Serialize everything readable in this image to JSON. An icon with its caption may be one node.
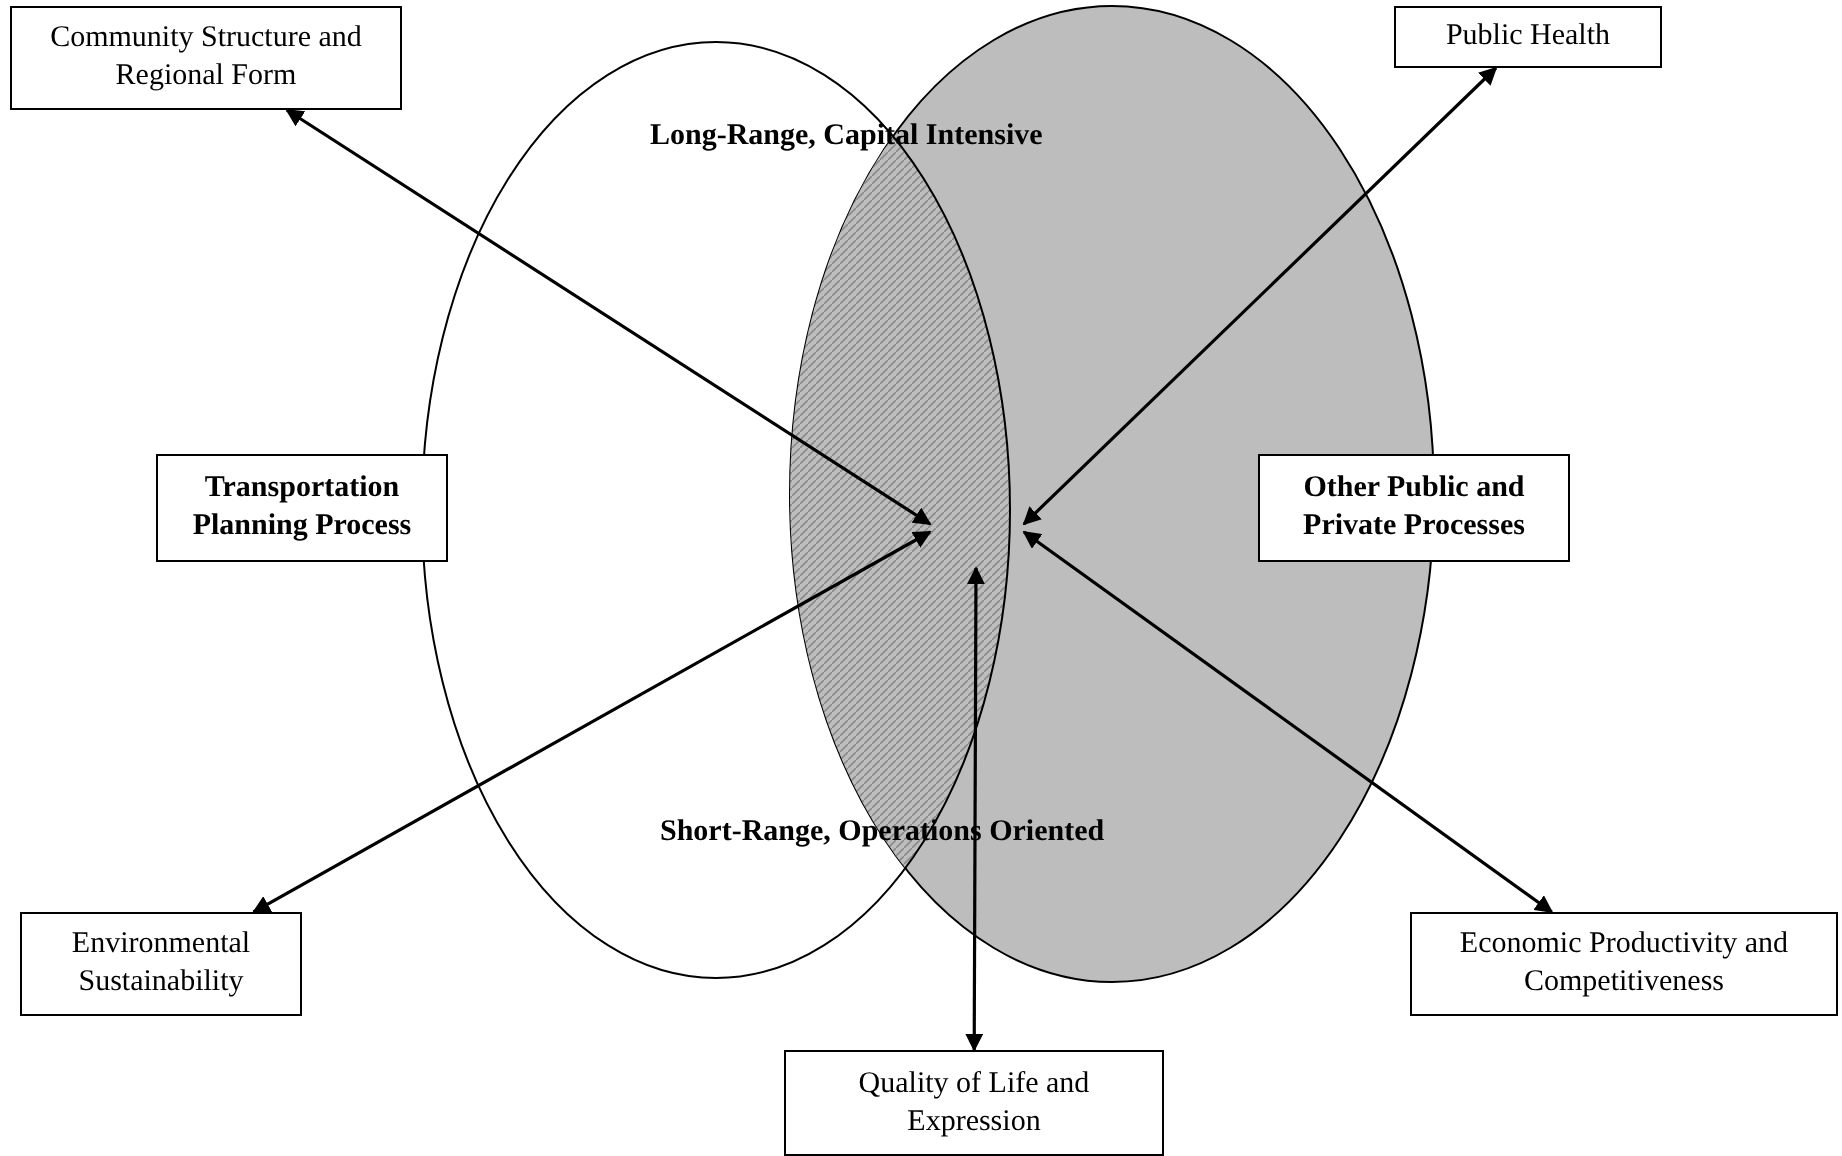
{
  "diagram": {
    "nodes": [
      {
        "text": [
          "Community Structure and Regional Form"
        ]
      },
      {
        "text": [
          "Public Health"
        ]
      },
      {
        "text": [
          "Transportation Planning Process"
        ]
      },
      {
        "text": [
          "Other Public and Private Processes"
        ]
      },
      {
        "text": [
          "Environmental Sustainability"
        ]
      },
      {
        "text": [
          "Quality of Life and Expression"
        ]
      },
      {
        "text": [
          "Economic Productivity and Competitiveness"
        ]
      }
    ],
    "edges": [
      {
        "from": null,
        "to": 0,
        "arrow": "both"
      },
      {
        "from": null,
        "to": 1,
        "arrow": "both"
      },
      {
        "from": null,
        "to": 4,
        "arrow": "both"
      },
      {
        "from": null,
        "to": 6,
        "arrow": "both"
      },
      {
        "from": null,
        "to": 5,
        "arrow": "both"
      }
    ],
    "labels": [
      "Long-Range, Capital Intensive",
      "Short-Range, Operations Oriented"
    ]
  }
}
